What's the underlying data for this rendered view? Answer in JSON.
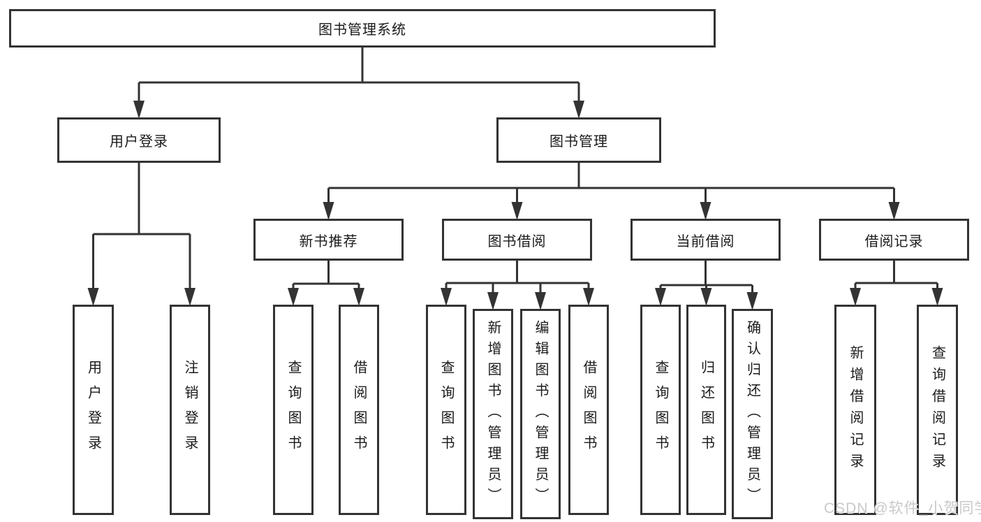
{
  "tree": {
    "label": "图书管理系统",
    "children": [
      {
        "label": "用户登录",
        "children": [
          {
            "label": "用户登录"
          },
          {
            "label": "注销登录"
          }
        ]
      },
      {
        "label": "图书管理",
        "children": [
          {
            "label": "新书推荐",
            "children": [
              {
                "label": "查询图书"
              },
              {
                "label": "借阅图书"
              }
            ]
          },
          {
            "label": "图书借阅",
            "children": [
              {
                "label": "查询图书"
              },
              {
                "label": "新增图书（管理员）"
              },
              {
                "label": "编辑图书（管理员）"
              },
              {
                "label": "借阅图书"
              }
            ]
          },
          {
            "label": "当前借阅",
            "children": [
              {
                "label": "查询图书"
              },
              {
                "label": "归还图书"
              },
              {
                "label": "确认归还（管理员）"
              }
            ]
          },
          {
            "label": "借阅记录",
            "children": [
              {
                "label": "新增借阅记录"
              },
              {
                "label": "查询借阅记录"
              }
            ]
          }
        ]
      }
    ]
  },
  "watermark": "CSDN @软件_小贺同学",
  "colors": {
    "line": "#333333",
    "node_text": "#1b1b1b",
    "watermark_text": "#c9c9c9",
    "background": "#ffffff"
  }
}
